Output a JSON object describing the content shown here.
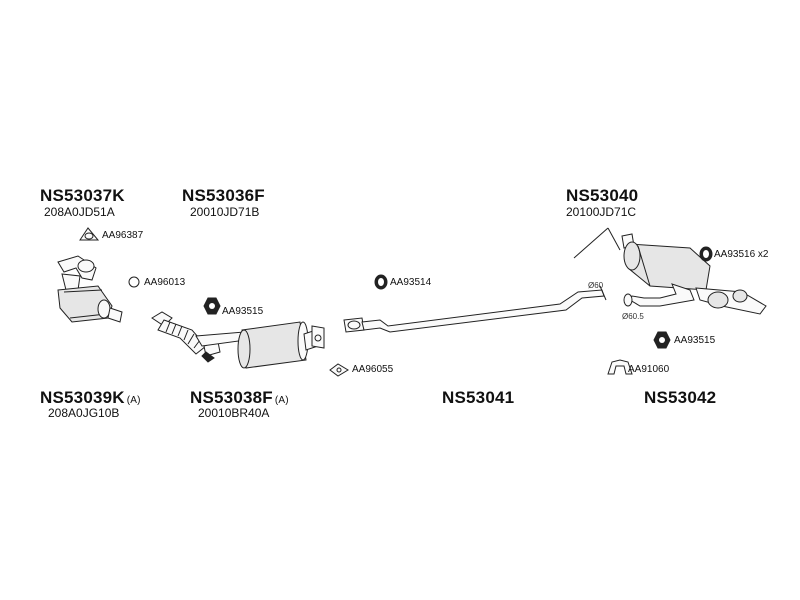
{
  "parts": {
    "ns53037k": {
      "number": "NS53037K",
      "ref": "208A0JD51A"
    },
    "ns53036f": {
      "number": "NS53036F",
      "ref": "20010JD71B"
    },
    "ns53040": {
      "number": "NS53040",
      "ref": "20100JD71C"
    },
    "ns53039k": {
      "number": "NS53039K",
      "suffix": "(A)",
      "ref": "208A0JG10B"
    },
    "ns53038f": {
      "number": "NS53038F",
      "suffix": "(A)",
      "ref": "20010BR40A"
    },
    "ns53041": {
      "number": "NS53041"
    },
    "ns53042": {
      "number": "NS53042"
    }
  },
  "accessories": {
    "aa96387": "AA96387",
    "aa96013": "AA96013",
    "aa93515_left": "AA93515",
    "aa93514": "AA93514",
    "aa96055": "AA96055",
    "aa93516": "AA93516 x2",
    "aa93515_right": "AA93515",
    "aa91060": "AA91060"
  },
  "dimensions": {
    "dia_60": "Ø60",
    "dia_60_5": "Ø60.5"
  },
  "colors": {
    "line": "#222222",
    "fill": "#e6e6e6",
    "background": "#ffffff"
  }
}
